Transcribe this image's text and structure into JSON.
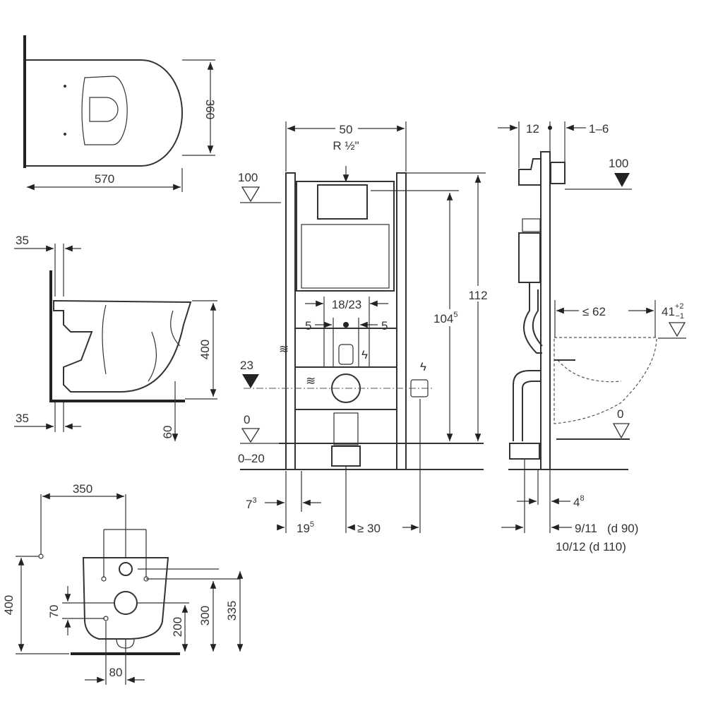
{
  "top_view": {
    "width_label": "360",
    "length_label": "570"
  },
  "side_view": {
    "top_offset": "35",
    "height": "400",
    "bottom_offset": "35",
    "floor_clearance": "60"
  },
  "mounting_view": {
    "bolt_spacing": "350",
    "total_height": "400",
    "upper_gap": "70",
    "outlet_height": "300",
    "bolt_height": "335",
    "lower_bolt_height": "200",
    "outlet_width": "80"
  },
  "frame_front": {
    "width": "50",
    "thread": "R ½\"",
    "level_top": "100",
    "total_height": "112",
    "actuator_height": "104",
    "actuator_height_sup": "5",
    "pipe_spacing": "18/23",
    "offset_left": "5",
    "offset_right": "5",
    "level_mid": "23",
    "level_floor": "0",
    "floor_range": "0–20",
    "foot_offset": "7",
    "foot_offset_sup": "3",
    "supply_offset": "19",
    "supply_offset_sup": "5",
    "socket_offset": "≥ 30"
  },
  "frame_side": {
    "depth": "12",
    "adjust": "1–6",
    "level_top": "100",
    "bowl_depth": "≤ 62",
    "seat_height": "41",
    "seat_tol_plus": "+2",
    "seat_tol_minus": "−1",
    "level_floor": "0",
    "wall_offset": "4",
    "wall_offset_sup": "8",
    "pipe_d90": "9/11   (d 90)",
    "pipe_d110": "10/12 (d 110)"
  }
}
